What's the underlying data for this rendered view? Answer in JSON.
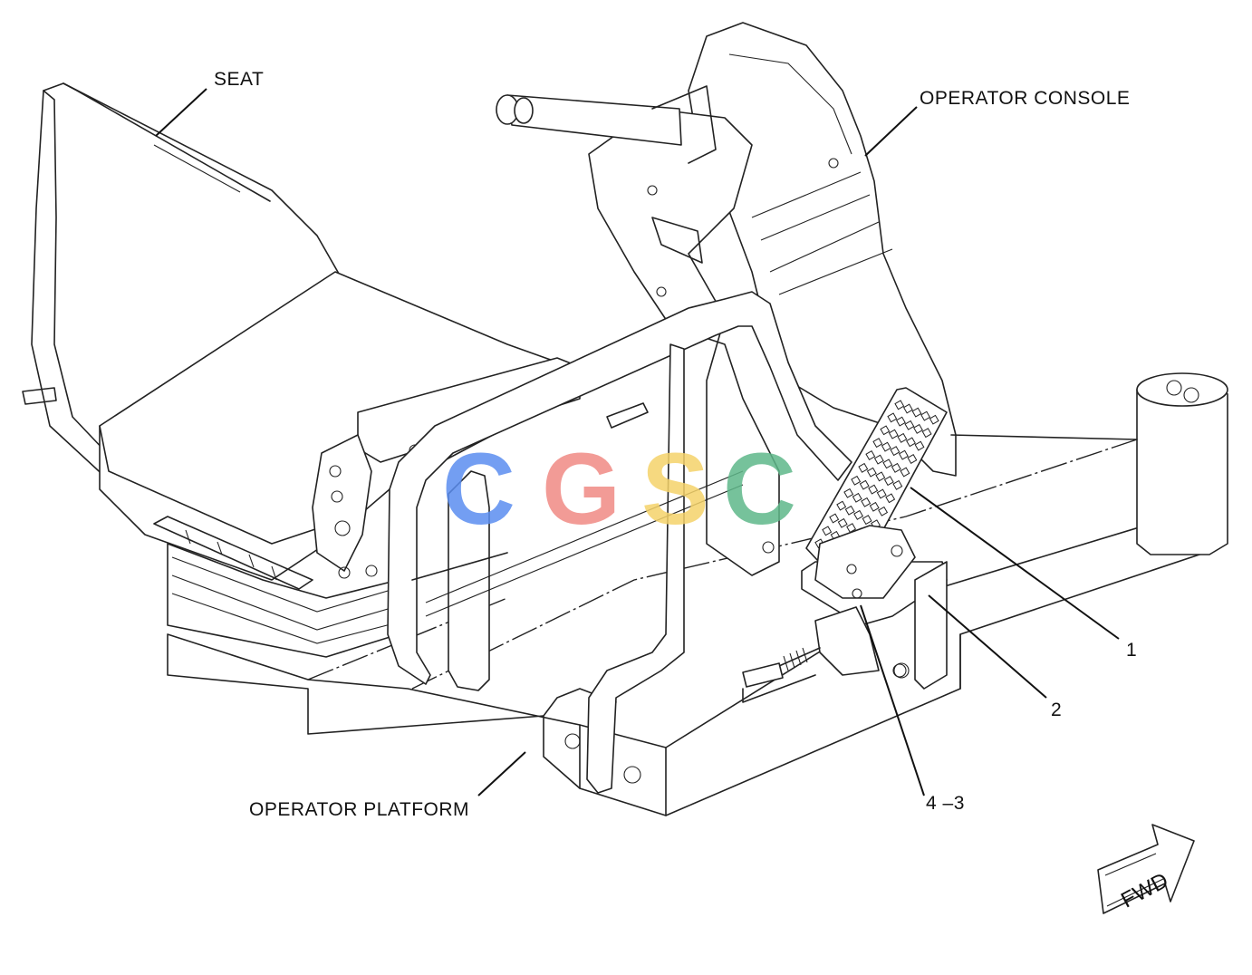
{
  "labels": {
    "seat": "SEAT",
    "operator_console": "OPERATOR CONSOLE",
    "operator_platform": "OPERATOR PLATFORM",
    "callout_1": "1",
    "callout_2": "2",
    "callout_4_3": "4 –3",
    "fwd_arrow": "FWD"
  },
  "watermark": {
    "letters": [
      "C",
      "G",
      "S",
      "C"
    ],
    "colors": [
      "#5b8ef0",
      "#f08a84",
      "#f5d36a",
      "#5fb88a"
    ]
  },
  "colors": {
    "line": "#222222",
    "background": "#ffffff"
  }
}
